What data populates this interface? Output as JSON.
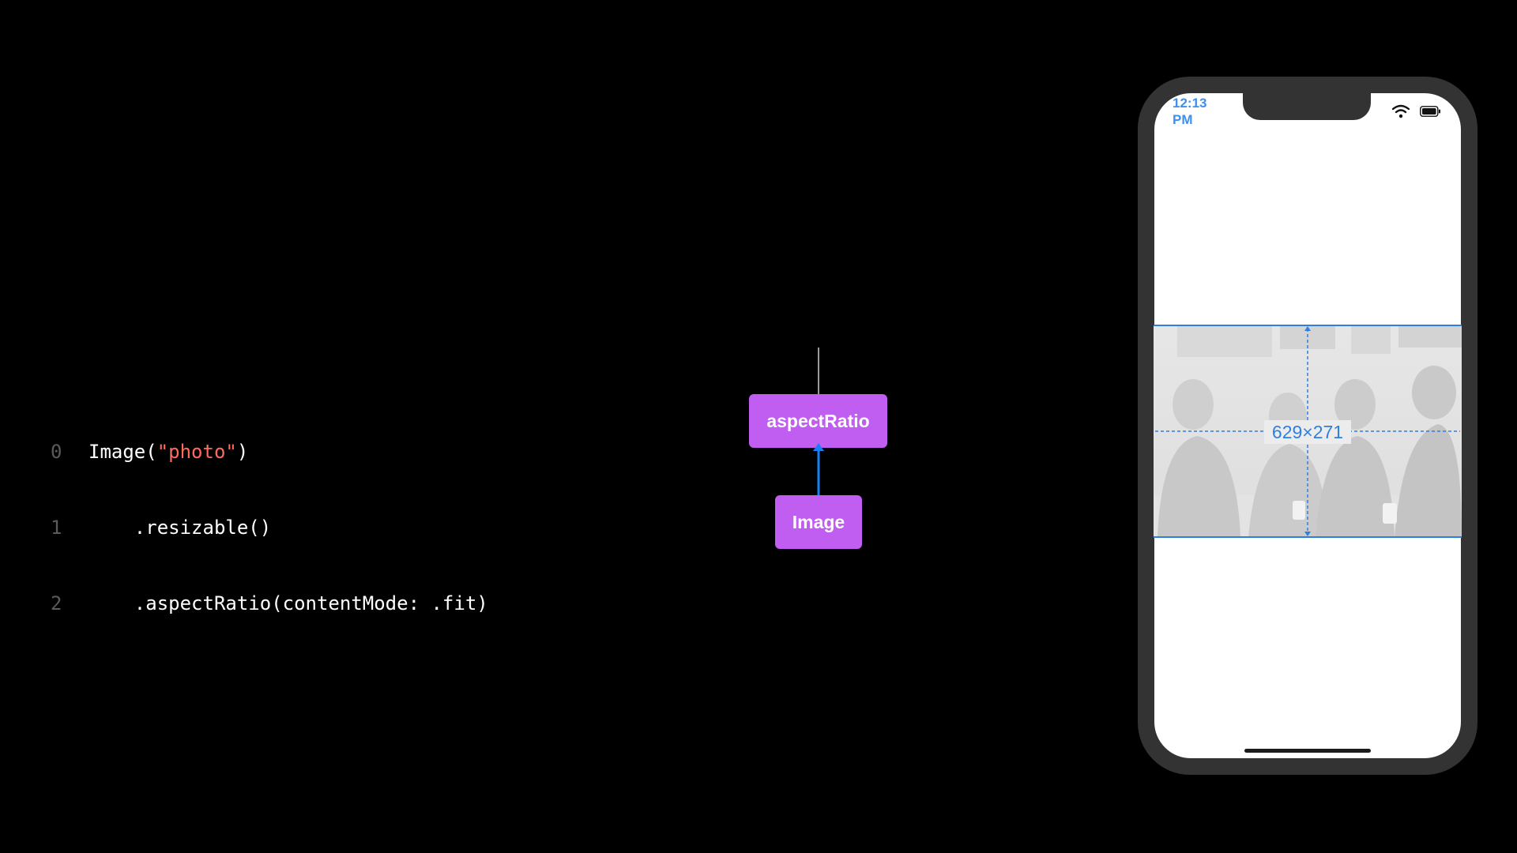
{
  "code": {
    "lines": [
      {
        "num": "0",
        "before": "Image(",
        "string": "\"photo\"",
        "after": ")"
      },
      {
        "num": "1",
        "text": "    .resizable()"
      },
      {
        "num": "2",
        "text": "    .aspectRatio(contentMode: .fit)"
      }
    ]
  },
  "graph": {
    "top_node": "aspectRatio",
    "bottom_node": "Image"
  },
  "phone": {
    "status_time": "12:13\nPM",
    "icons": [
      "wifi-icon",
      "battery-icon"
    ],
    "dimension_label": "629×271"
  },
  "colors": {
    "background": "#000000",
    "node": "#c05ef2",
    "accent_blue": "#2f7fe0",
    "code_string": "#ff6b5e",
    "line_number": "#5a5a5a",
    "phone_frame": "#333333"
  }
}
